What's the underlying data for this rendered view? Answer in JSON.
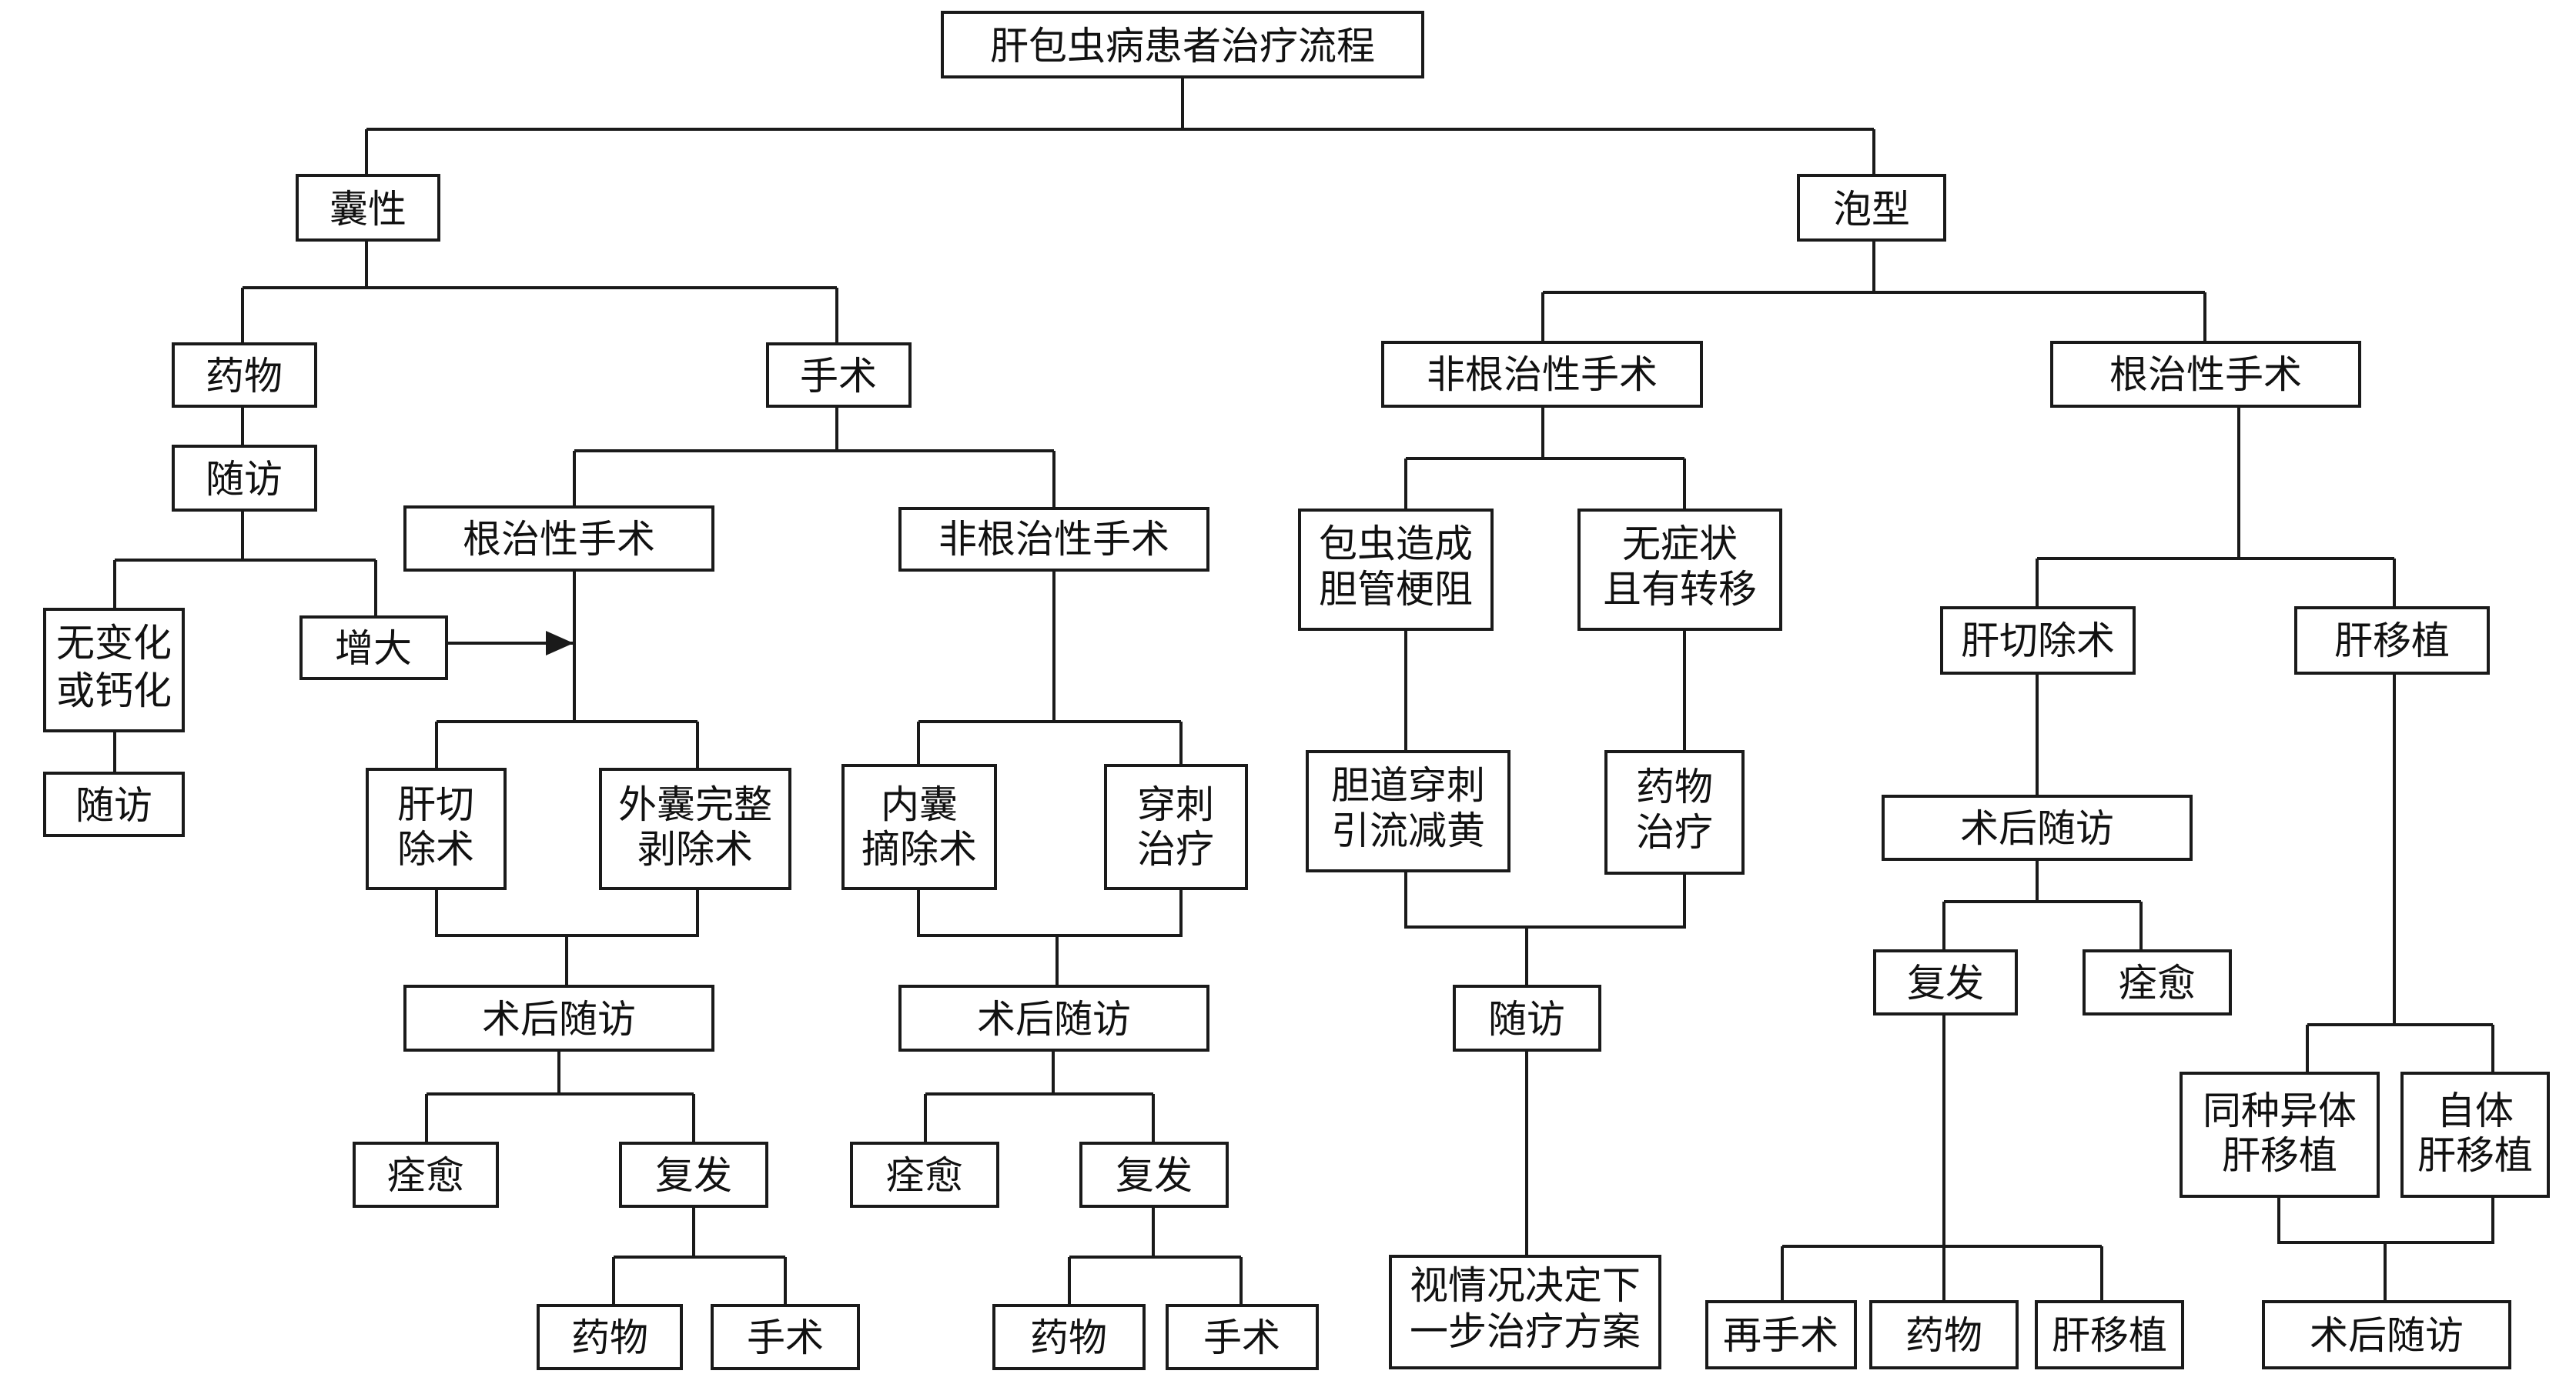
{
  "nodes": {
    "root": "肝包虫病患者治疗流程",
    "cystic": "囊性",
    "alveolar": "泡型",
    "c_drug": "药物",
    "c_followup1": "随访",
    "c_nochange": [
      "无变化",
      "或钙化"
    ],
    "c_followup2": "随访",
    "c_enlarge": "增大",
    "c_surgery": "手术",
    "c_radical": "根治性手术",
    "c_liver_resection": [
      "肝切",
      "除术"
    ],
    "c_pericystectomy": [
      "外囊完整",
      "剥除术"
    ],
    "c_radical_postop": "术后随访",
    "c_radical_cure": "痊愈",
    "c_radical_relapse": "复发",
    "c_radical_relapse_drug": "药物",
    "c_radical_relapse_surgery": "手术",
    "c_nonradical": "非根治性手术",
    "c_endocystectomy": [
      "内囊",
      "摘除术"
    ],
    "c_puncture": [
      "穿刺",
      "治疗"
    ],
    "c_nonradical_postop": "术后随访",
    "c_nonradical_cure": "痊愈",
    "c_nonradical_relapse": "复发",
    "c_nonradical_relapse_drug": "药物",
    "c_nonradical_relapse_surgery": "手术",
    "a_nonradical": "非根治性手术",
    "a_obstruction": [
      "包虫造成",
      "胆管梗阻"
    ],
    "a_drainage": [
      "胆道穿刺",
      "引流减黄"
    ],
    "a_asymptomatic": [
      "无症状",
      "且有转移"
    ],
    "a_drug_therapy": [
      "药物",
      "治疗"
    ],
    "a_followup": "随访",
    "a_decide": [
      "视情况决定下",
      "一步治疗方案"
    ],
    "a_radical": "根治性手术",
    "a_resection": "肝切除术",
    "a_resection_postop": "术后随访",
    "a_relapse": "复发",
    "a_cure": "痊愈",
    "a_resurgery": "再手术",
    "a_relapse_drug": "药物",
    "a_relapse_transplant": "肝移植",
    "a_transplant": "肝移植",
    "a_allo": [
      "同种异体",
      "肝移植"
    ],
    "a_auto": [
      "自体",
      "肝移植"
    ],
    "a_transplant_postop": "术后随访"
  }
}
